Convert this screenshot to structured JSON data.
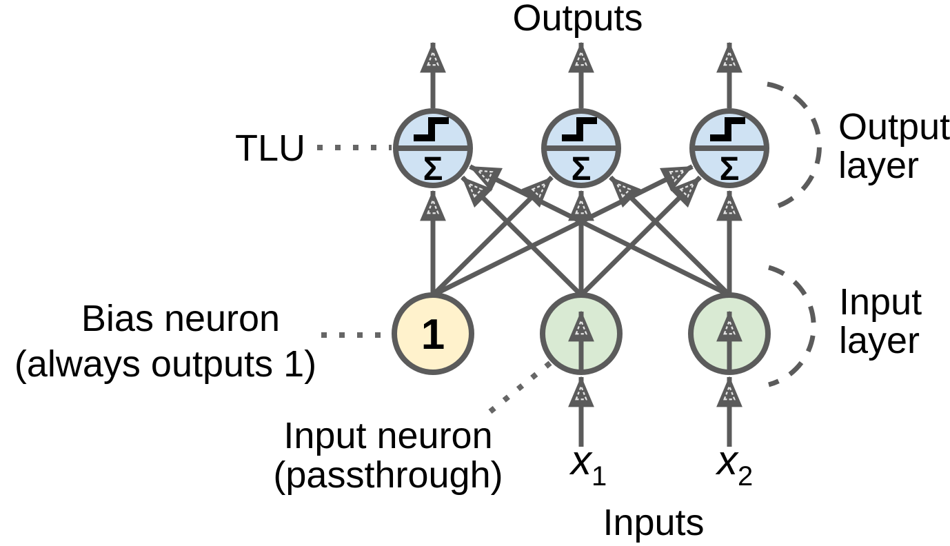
{
  "diagram": {
    "outputs_label": "Outputs",
    "inputs_label": "Inputs",
    "tlu_label": "TLU",
    "output_layer_label": {
      "line1": "Output",
      "line2": "layer"
    },
    "input_layer_label": {
      "line1": "Input",
      "line2": "layer"
    },
    "bias_label": {
      "line1": "Bias neuron",
      "line2": "(always outputs 1)"
    },
    "input_neuron_label": {
      "line1": "Input neuron",
      "line2": "(passthrough)"
    },
    "x1": {
      "base": "x",
      "sub": "1"
    },
    "x2": {
      "base": "x",
      "sub": "2"
    },
    "bias_value": "1",
    "sigma": "Σ",
    "colors": {
      "tlu_fill": "#cfe2f3",
      "input_fill": "#d9ead3",
      "bias_fill": "#fff2cc",
      "line": "#5b5b5b",
      "text": "#000000"
    }
  }
}
